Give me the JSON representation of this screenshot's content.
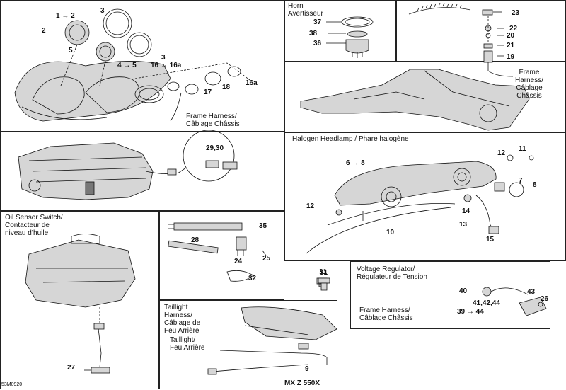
{
  "panels": {
    "gauges": {
      "callouts": [
        "1 → 2",
        "2",
        "3",
        "5",
        "4 → 5",
        "3",
        "16 → 16a",
        "17",
        "18",
        "16a"
      ],
      "harness_label": [
        "Frame Harness/",
        "Câblage Châssis"
      ]
    },
    "horn": {
      "title": [
        "Horn",
        "Avertisseur"
      ],
      "callouts": [
        "37",
        "38",
        "36"
      ]
    },
    "frame": {
      "callouts": [
        "23",
        "22",
        "20",
        "21",
        "19"
      ],
      "harness_label": [
        "Frame",
        "Harness/",
        "Câblage",
        "Châssis"
      ]
    },
    "engine": {
      "callouts": [
        "29,30"
      ]
    },
    "headlamp": {
      "title": "Halogen Headlamp / Phare halogène",
      "callouts": [
        "6 → 8",
        "12",
        "11",
        "7",
        "8",
        "12",
        "14",
        "10",
        "13",
        "15"
      ]
    },
    "oil": {
      "title": [
        "Oil Sensor Switch/",
        "Contacteur de",
        "niveau d’huile"
      ],
      "callouts": [
        "27"
      ]
    },
    "parts": {
      "callouts": [
        "35",
        "28",
        "24",
        "25",
        "32",
        "31"
      ]
    },
    "voltage": {
      "title": [
        "Voltage Regulator/",
        "Régulateur de Tension"
      ],
      "callouts": [
        "40",
        "43",
        "41,42,44",
        "26",
        "39 → 44"
      ],
      "harness_label": [
        "Frame Harness/",
        "Câblage Châssis"
      ]
    },
    "taillight": {
      "title": [
        "Taillight",
        "Harness/",
        "Câblage de",
        "Feu Arrière"
      ],
      "sub_label": [
        "Taillight/",
        "Feu Arrière"
      ],
      "callouts": [
        "9"
      ],
      "model": "MX Z 550X"
    }
  },
  "footer_code": "53M0920"
}
